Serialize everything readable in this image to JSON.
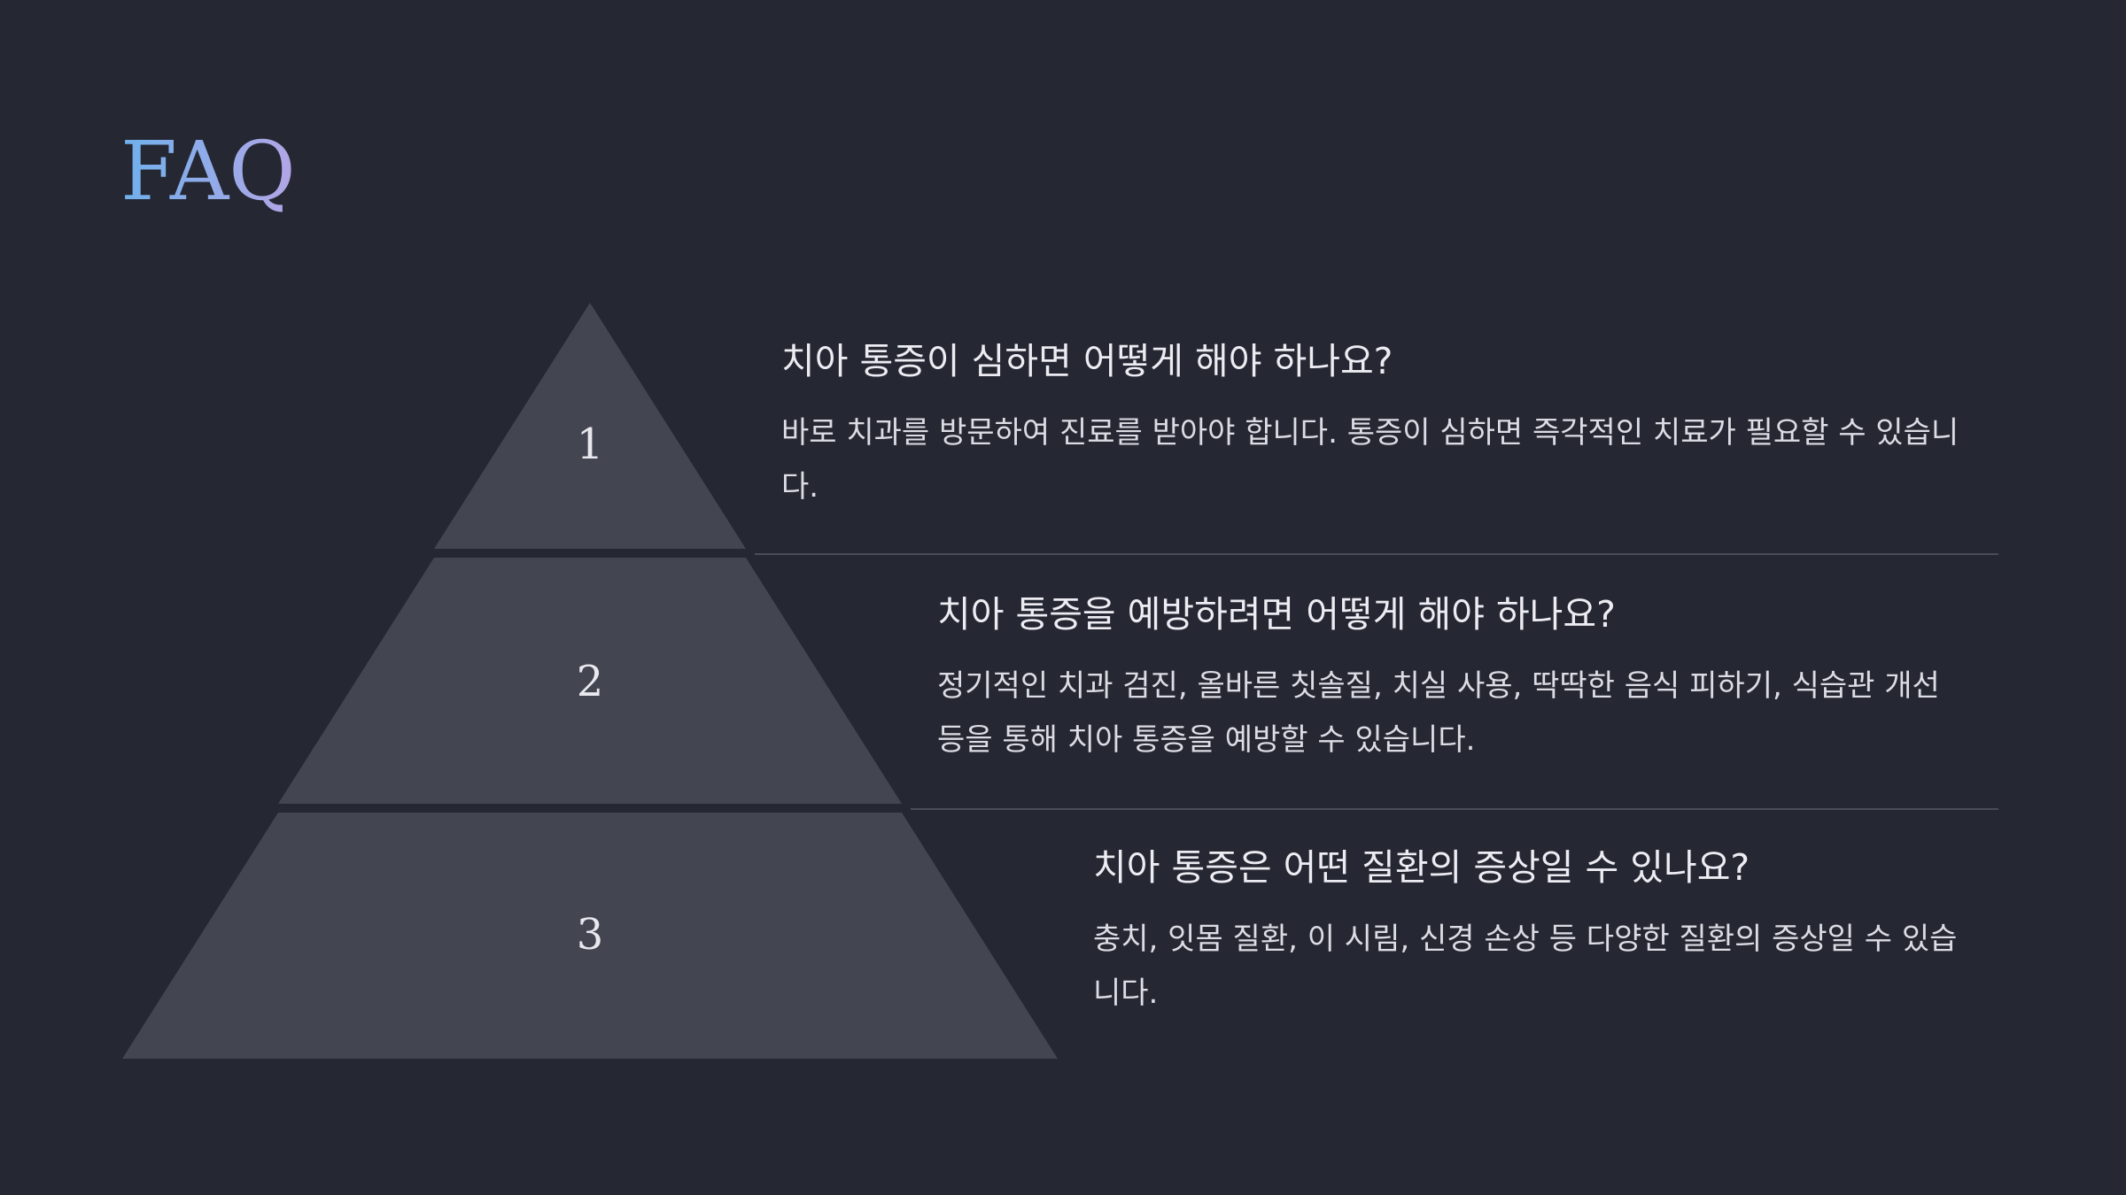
{
  "page": {
    "title": "FAQ"
  },
  "colors": {
    "background": "#252732",
    "tier_fill": "#434551",
    "divider": "#4a4c58",
    "title_gradient_start": "#6fb0ec",
    "title_gradient_end": "#b3a6e6"
  },
  "faq": [
    {
      "number": "1",
      "question": "치아 통증이 심하면 어떻게 해야 하나요?",
      "answer": "바로 치과를 방문하여 진료를 받아야 합니다. 통증이 심하면 즉각적인 치료가 필요할 수 있습니다."
    },
    {
      "number": "2",
      "question": "치아 통증을 예방하려면 어떻게 해야 하나요?",
      "answer": "정기적인 치과 검진, 올바른 칫솔질, 치실 사용, 딱딱한 음식 피하기, 식습관 개선 등을 통해 치아 통증을 예방할 수 있습니다."
    },
    {
      "number": "3",
      "question": "치아 통증은 어떤 질환의 증상일 수 있나요?",
      "answer": "충치, 잇몸 질환, 이 시림, 신경 손상 등 다양한 질환의 증상일 수 있습니다."
    }
  ]
}
